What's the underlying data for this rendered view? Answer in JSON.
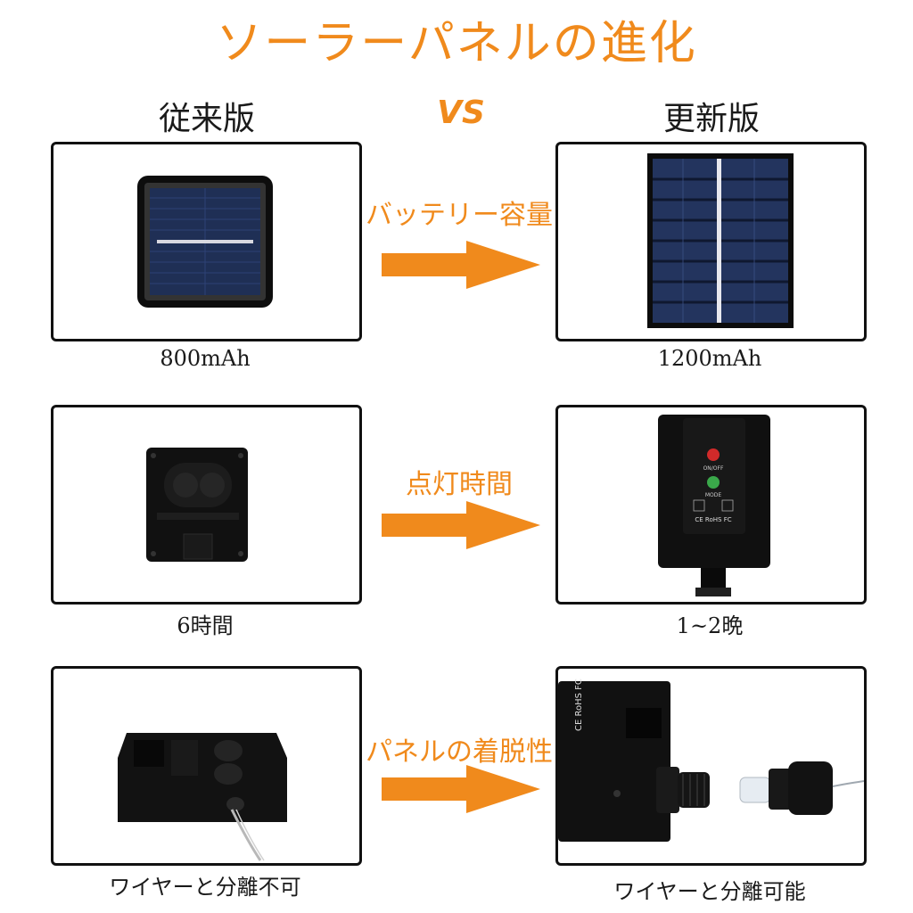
{
  "title": "ソーラーパネルの進化",
  "columns": {
    "left": "従来版",
    "vs": "VS",
    "right": "更新版"
  },
  "rows": [
    {
      "feature": "バッテリー容量",
      "left_caption": "800mAh",
      "right_caption": "1200mAh"
    },
    {
      "feature": "点灯時間",
      "left_caption": "6時間",
      "right_caption": "1~2晩"
    },
    {
      "feature": "パネルの着脱性",
      "left_caption": "ワイヤーと分離不可",
      "right_caption": "ワイヤーと分離可能"
    }
  ],
  "product_labels": {
    "switch": "ON/OFF",
    "mode": "MODE",
    "certs": "CE RoHS FC"
  },
  "colors": {
    "accent": "#f08a1c",
    "frame": "#111111",
    "panel_cell": "#1f2f55"
  }
}
